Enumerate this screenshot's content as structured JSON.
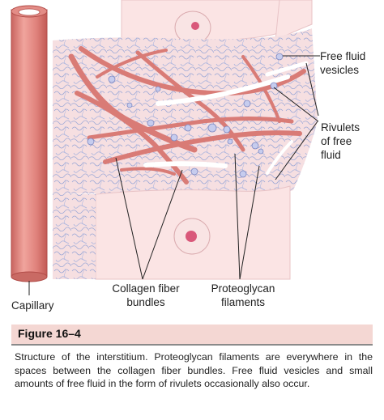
{
  "labels": {
    "free_fluid_vesicles": [
      "Free fluid",
      "vesicles"
    ],
    "rivulets_of_free_fluid": [
      "Rivulets",
      "of free",
      "fluid"
    ],
    "capillary": "Capillary",
    "collagen_fiber_bundles": [
      "Collagen fiber",
      "bundles"
    ],
    "proteoglycan_filaments": [
      "Proteoglycan",
      "filaments"
    ]
  },
  "figure": {
    "label": "Figure 16–4",
    "caption": "Structure of the interstitium. Proteoglycan filaments are everywhere in the spaces between the collagen fiber bundles. Free fluid vesicles and small amounts of free fluid in the form of rivulets occasionally also occur."
  },
  "colors": {
    "capillary": "#e38c86",
    "collagen": "#d97b76",
    "interstitium": "#f6dfe1",
    "cell": "#fbe4e4",
    "nucleus": "#d9587a",
    "proteoglycan": "#9aa7d6",
    "figure_band": "#f4d7d3"
  }
}
